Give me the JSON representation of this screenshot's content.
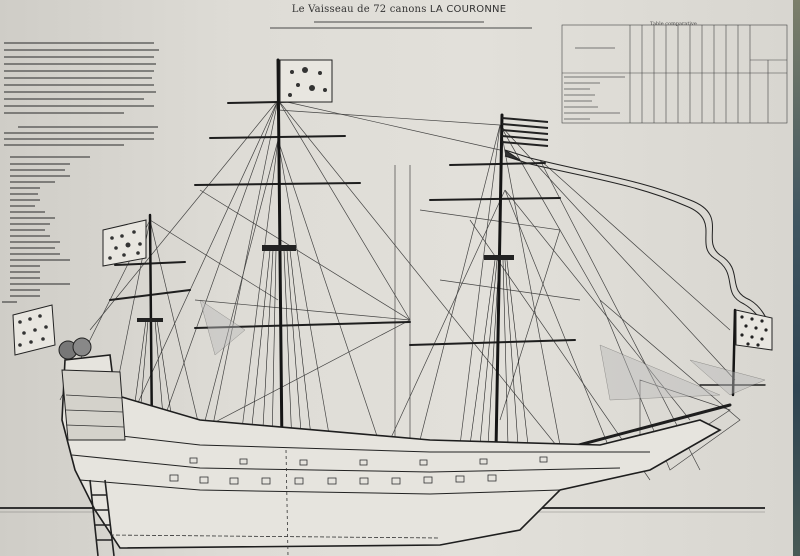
{
  "title": {
    "prefix": "Le Vaisseau de 72 canons",
    "name": "LA COURONNE"
  },
  "table": {
    "heading": "Table comparative"
  },
  "colors": {
    "paper": "#e0ded8",
    "ink": "#2a2a2a",
    "photo_edge": "#2e4452"
  }
}
